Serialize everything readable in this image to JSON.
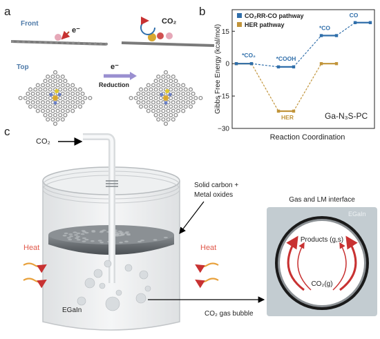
{
  "panels": {
    "a": {
      "letter": "a",
      "front_label": "Front",
      "top_label": "Top",
      "electron_label": "e⁻",
      "electron_arrow_label": "e⁻",
      "co2_label": "CO₂",
      "reduction_label": "Reduction"
    },
    "b": {
      "letter": "b",
      "annotation": "Ga-N₃S-PC",
      "step_labels": {
        "co2": "*CO₂",
        "cooh": "*COOH",
        "co_ads": "*CO",
        "co": "CO",
        "her": "HER"
      }
    },
    "c": {
      "letter": "c",
      "co2_inlet_label": "CO₂",
      "solid_label_line1": "Solid carbon +",
      "solid_label_line2": "Metal oxides",
      "heat_left": "Heat",
      "heat_right": "Heat",
      "egain_label": "EGaIn",
      "bubble_label": "CO₂ gas bubble",
      "interface": {
        "title": "Gas and LM interface",
        "egain": "EGaIn",
        "products": "Products (g,s)",
        "co2g": "CO₂(g)"
      }
    }
  },
  "colors": {
    "co2rr": "#2f6eaa",
    "her": "#c1943a",
    "heat_text": "#e0584a",
    "interface_box": "#c3ccd1",
    "arrow_red": "#c83232"
  },
  "chart_data": {
    "type": "line",
    "title": "",
    "xlabel": "Reaction Coordination",
    "ylabel": "Gibbs Free Energy (kcal/mol)",
    "ylim": [
      -30,
      25
    ],
    "yticks": [
      -30,
      -15,
      0,
      15
    ],
    "grid": false,
    "legend_position": "top-left",
    "series": [
      {
        "name": "CO₂RR-CO pathway",
        "steps": [
          "*CO₂",
          "*COOH",
          "*CO",
          "CO"
        ],
        "values": [
          0,
          -1.5,
          13,
          19
        ]
      },
      {
        "name": "HER pathway",
        "steps": [
          "*",
          "HER",
          "*"
        ],
        "values": [
          0,
          -22,
          0
        ]
      }
    ]
  }
}
